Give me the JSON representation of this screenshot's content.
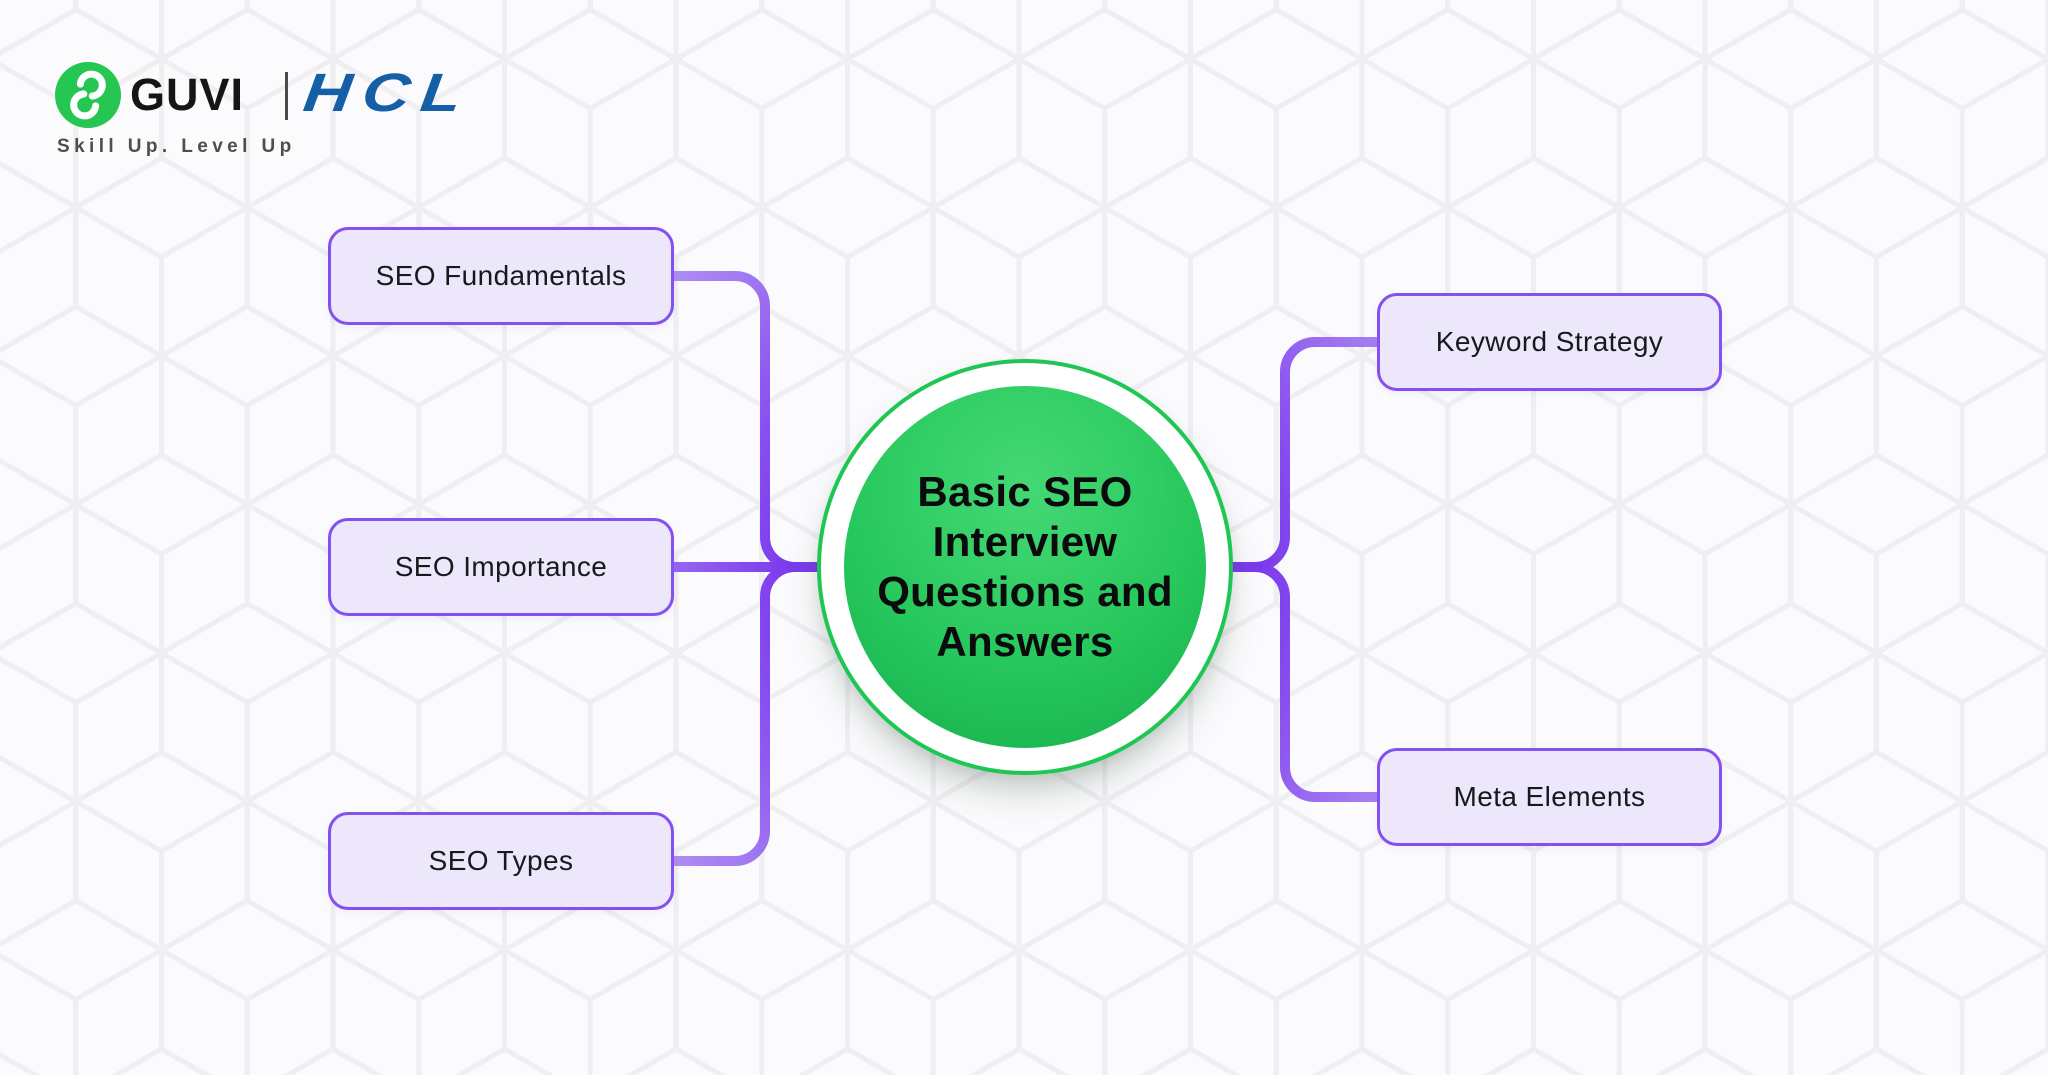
{
  "brand": {
    "guvi_label": "GUVI",
    "hcl_label": "HCL",
    "tagline": "Skill Up. Level Up",
    "icon": "guvi-g-icon"
  },
  "mindmap": {
    "center": {
      "label": "Basic SEO Interview Questions and Answers",
      "lines": [
        "Basic SEO",
        "Interview",
        "Questions and",
        "Answers"
      ]
    },
    "left_nodes": [
      {
        "label": "SEO Fundamentals"
      },
      {
        "label": "SEO Importance"
      },
      {
        "label": "SEO Types"
      }
    ],
    "right_nodes": [
      {
        "label": "Keyword Strategy"
      },
      {
        "label": "Meta Elements"
      }
    ]
  },
  "colors": {
    "background": "#fbfbfd",
    "pattern_line": "#efeff2",
    "node_fill": "#ece7fb",
    "node_border": "#8550f0",
    "node_text": "#19191c",
    "connector_vivid": "#7c3aed",
    "connector_light": "#c5b3f7",
    "center_ring": "#1ec653",
    "center_grad_top": "#45d875",
    "center_grad_mid": "#27c85d",
    "center_grad_edge": "#16af4c",
    "center_text": "#0b0b0d",
    "guvi_green": "#26c653",
    "hcl_blue": "#155fa6",
    "tagline_gray": "#4e4e4e",
    "wordmark_dark": "#151515",
    "divider_gray": "#4a4a4a"
  }
}
